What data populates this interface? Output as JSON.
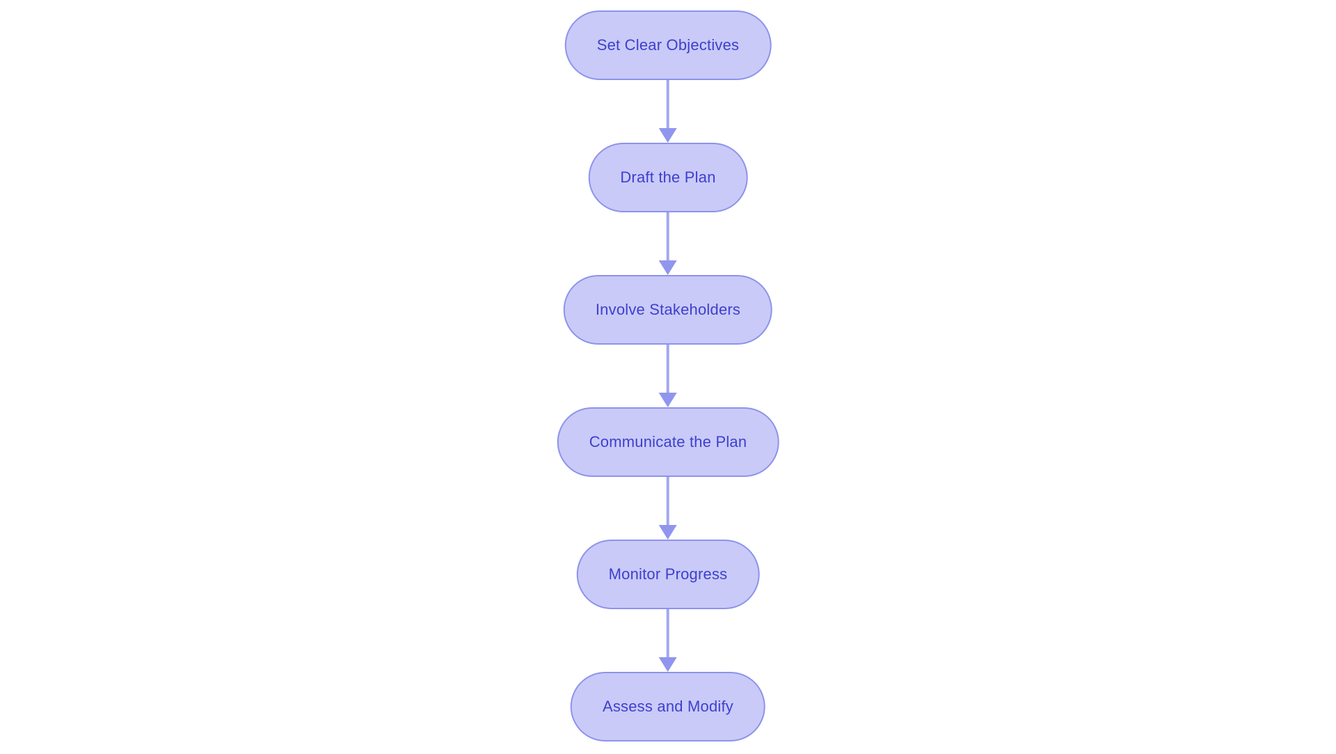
{
  "flowchart": {
    "type": "flowchart",
    "direction": "top-to-bottom",
    "nodes": [
      {
        "label": "Set Clear Objectives"
      },
      {
        "label": "Draft the Plan"
      },
      {
        "label": "Involve Stakeholders"
      },
      {
        "label": "Communicate the Plan"
      },
      {
        "label": "Monitor Progress"
      },
      {
        "label": "Assess and Modify"
      }
    ],
    "edges": [
      {
        "from": "Set Clear Objectives",
        "to": "Draft the Plan"
      },
      {
        "from": "Draft the Plan",
        "to": "Involve Stakeholders"
      },
      {
        "from": "Involve Stakeholders",
        "to": "Communicate the Plan"
      },
      {
        "from": "Communicate the Plan",
        "to": "Monitor Progress"
      },
      {
        "from": "Monitor Progress",
        "to": "Assess and Modify"
      }
    ]
  },
  "colors": {
    "background": "#FFFFFF",
    "node_fill": "#C9CAF8",
    "node_border": "#8D93EB",
    "node_text": "#3E40CD",
    "arrow_line": "#A2A7F1",
    "arrow_head": "#9096EE"
  }
}
